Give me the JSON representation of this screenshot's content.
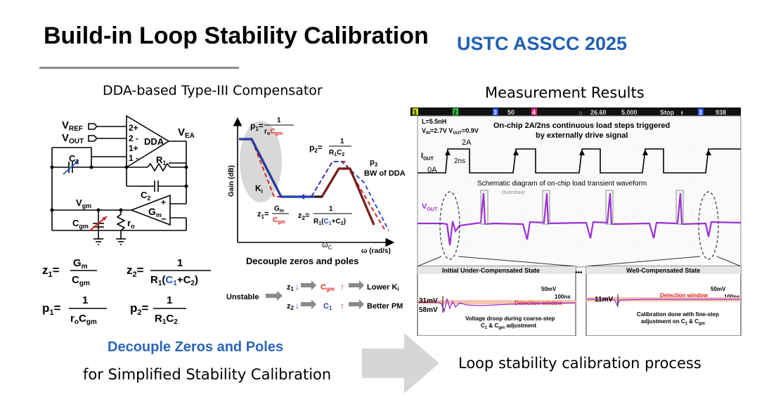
{
  "header": {
    "title": "Build-in Loop Stability Calibration",
    "conference": "USTC ASSCC 2025"
  },
  "left": {
    "caption": "DDA-based Type-III Compensator",
    "circuit": {
      "vref": "V",
      "vref_sub": "REF",
      "vout": "V",
      "vout_sub": "OUT",
      "vea": "V",
      "vea_sub": "EA",
      "pins": [
        "2+",
        "2 -",
        "1+",
        "1 -"
      ],
      "dda": "DDA",
      "c1": "C",
      "c1_sub": "1",
      "r1": "R",
      "r1_sub": "1",
      "c2": "C",
      "c2_sub": "2",
      "vgm": "V",
      "vgm_sub": "gm",
      "gm": "G",
      "gm_sub": "m",
      "plus": "+",
      "minus": "−",
      "cgm": "C",
      "cgm_sub": "gm",
      "ro": "r",
      "ro_sub": "o"
    },
    "equations": {
      "z1": "z",
      "z1_sub": "1",
      "z1_num": "G",
      "z1_num_sub": "m",
      "z1_den": "C",
      "z1_den_sub": "gm",
      "z2": "z",
      "z2_sub": "2",
      "z2_num": "1",
      "z2_den_a": "R",
      "z2_den_a_sub": "1",
      "z2_den_b": "(",
      "z2_den_c1": "C",
      "z2_den_c1_sub": "1",
      "z2_den_c": "+C",
      "z2_den_c_sub": "2",
      "z2_den_d": ")",
      "p1": "p",
      "p1_sub": "1",
      "p1_num": "1",
      "p1_den": "r",
      "p1_den_sub": "o",
      "p1_den2": "C",
      "p1_den2_sub": "gm",
      "p2": "p",
      "p2_sub": "2",
      "p2_num": "1",
      "p2_den": "R",
      "p2_den_sub": "1",
      "p2_den2": "C",
      "p2_den2_sub": "2"
    },
    "emphasis": "Decouple Zeros and Poles",
    "subtitle": "for Simplified Stability Calibration"
  },
  "bode": {
    "ylabel": "Gain (dB)",
    "xlabel": "ω (rad/s)",
    "wc": "ω",
    "wc_sub": "C",
    "p1_label": "p",
    "p1_sub": "1",
    "p1_num": "1",
    "p1_den_a": "r",
    "p1_den_a_sub": "o",
    "p1_den_b": "C",
    "p1_den_b_sub": "gm",
    "p2_label": "p",
    "p2_sub": "2",
    "p2_num": "1",
    "p2_den_a": "R",
    "p2_den_a_sub": "1",
    "p2_den_b": "C",
    "p2_den_b_sub": "2",
    "p3": "p",
    "p3_sub": "3",
    "bw": "BW of DDA",
    "ki": "K",
    "ki_sub": "i",
    "z1_label": "z",
    "z1_sub": "1",
    "z1_num": "G",
    "z1_num_sub": "m",
    "z1_den": "C",
    "z1_den_sub": "gm",
    "z2_label": "z",
    "z2_sub": "2",
    "z2_num": "1",
    "z2_den_a": "R",
    "z2_den_a_sub": "1",
    "z2_den_b": "(",
    "z2_den_c1": "C",
    "z2_den_c1_sub": "1",
    "z2_den_c": "+C",
    "z2_den_c_sub": "2",
    "z2_den_d": ")",
    "caption": "Decouple zeros and poles",
    "unstable": "Unstable",
    "row1": {
      "z": "z",
      "z_sub": "1",
      "c": "C",
      "c_sub": "gm",
      "result": "Lower K",
      "result_sub": "i"
    },
    "row2": {
      "z": "z",
      "z_sub": "2",
      "c": "C",
      "c_sub": "1",
      "result": "Better PM"
    }
  },
  "scope": {
    "top_bar": {
      "ch1": "1",
      "ch2": "2",
      "v1": "50",
      "ch3": "3",
      "ch4": "4",
      "sun": "☼",
      "val1": "26.60",
      "val2": "5.000",
      "stop": "Stop",
      "t": "ᵻ",
      "ch_b": "3",
      "val3": "938"
    },
    "info1": "L=5.5nH",
    "info2_a": "V",
    "info2_a_sub": "IN",
    "info2_b": "=2.7V V",
    "info2_b_sub": "OUT",
    "info2_c": "=0.9V",
    "headline1": "On-chip 2A/2ns continuous load steps triggered",
    "headline2": "by externally drive signal",
    "iout": "I",
    "iout_sub": "OUT",
    "amp_2a": "2A",
    "amp_0a": "0A",
    "t_2ns": "2ns",
    "schematic_caption": "Schematic diagram of on-chip load transient waveform",
    "overshoot": "Overshoot",
    "vout": "V",
    "vout_sub": "OUT",
    "dots": "•••",
    "panel_left": {
      "title": "Initial Under-Compensated State",
      "scale_v": "50mV",
      "scale_t": "100ns",
      "m1": "31mV",
      "m2": "58mV",
      "window": "Detection window",
      "note1": "Voltage droop during coarse-step",
      "note2_a": "C",
      "note2_a_sub": "1",
      "note2_b": " & C",
      "note2_b_sub": "gm",
      "note2_c": " adjustment"
    },
    "panel_right": {
      "title": "Well-Compensated State",
      "scale_v": "50mV",
      "scale_t": "100ns",
      "m1": "11mV",
      "window": "Detection window",
      "note1": "Calibration done with fine-step",
      "note2_a": "adjustment on C",
      "note2_a_sub": "1",
      "note2_b": " & C",
      "note2_b_sub": "gm"
    }
  },
  "loop_caption": "Loop stability calibration process",
  "colors": {
    "accent_blue": "#1f5fb5",
    "red": "#e02020",
    "purple": "#9a30d8",
    "scope_yellow": "#c8d800"
  }
}
